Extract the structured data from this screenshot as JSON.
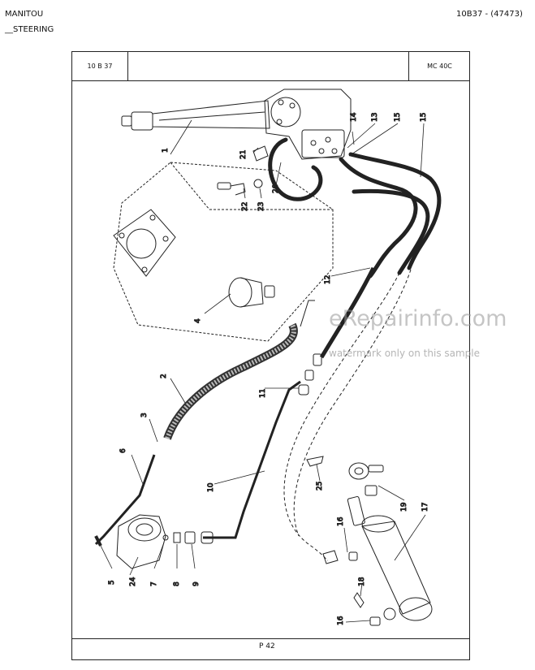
{
  "header": {
    "brand": "MANITOU",
    "doc_ref": "10B37 - (47473)",
    "section": "__STEERING"
  },
  "frame": {
    "ref_code": "10 B 37",
    "model": "MC 40C",
    "page": "P 42"
  },
  "callouts": [
    "1",
    "2",
    "3",
    "4",
    "5",
    "6",
    "7",
    "8",
    "9",
    "10",
    "11",
    "12",
    "13",
    "14",
    "15",
    "15",
    "16",
    "16",
    "17",
    "18",
    "19",
    "20",
    "21",
    "22",
    "23",
    "24",
    "25"
  ],
  "watermark": {
    "site": "eRepairinfo.com",
    "note": "watermark only on this sample"
  }
}
